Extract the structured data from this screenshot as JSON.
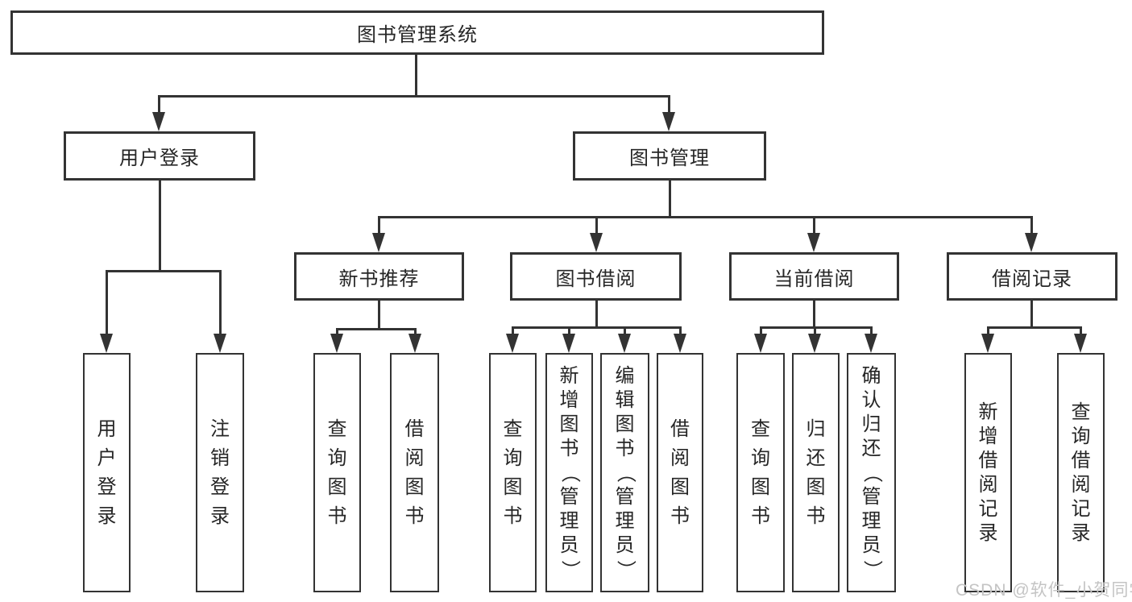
{
  "diagram": {
    "root": {
      "label": "图书管理系统"
    },
    "level2": {
      "user_login": {
        "label": "用户登录"
      },
      "book_management": {
        "label": "图书管理"
      }
    },
    "level3": [
      {
        "label": "新书推荐"
      },
      {
        "label": "图书借阅"
      },
      {
        "label": "当前借阅"
      },
      {
        "label": "借阅记录"
      }
    ],
    "leaves": {
      "user_login": [
        "用户登录",
        "注销登录"
      ],
      "new_book": [
        "查询图书",
        "借阅图书"
      ],
      "borrow": [
        "查询图书",
        "新增图书（管理员）",
        "编辑图书（管理员）",
        "借阅图书"
      ],
      "current": [
        "查询图书",
        "归还图书",
        "确认归还（管理员）"
      ],
      "records": [
        "新增借阅记录",
        "查询借阅记录"
      ]
    }
  },
  "watermark": {
    "text": "CSDN @软件_小贺同学",
    "color": "#c4c4c4"
  },
  "colors": {
    "line": "#333333",
    "text": "#262626",
    "background": "#ffffff"
  }
}
